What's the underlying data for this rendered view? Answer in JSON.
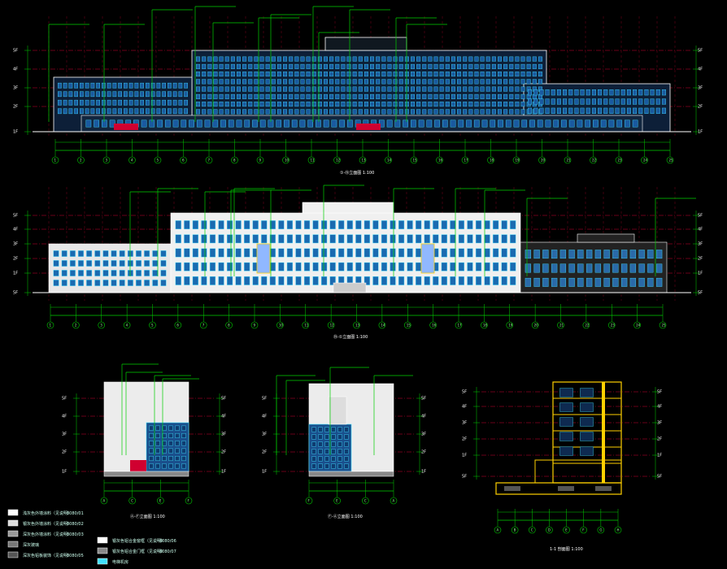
{
  "drawing": {
    "background": "#000000",
    "colors": {
      "green": "#00d000",
      "red": "#d00030",
      "white": "#ffffff",
      "cyan": "#40e0ff",
      "blue": "#2a7cff",
      "yellow": "#ffd000",
      "magenta": "#ff30ff",
      "glass": "#1a5aa0"
    },
    "views": [
      {
        "id": "south-elevation",
        "title": "①-⑲立面图  1:100"
      },
      {
        "id": "north-elevation",
        "title": "⑲-①立面图  1:100"
      },
      {
        "id": "east-elevation",
        "title": "Ⓐ-Ⓕ立面图  1:100"
      },
      {
        "id": "west-elevation",
        "title": "Ⓕ-Ⓐ立面图  1:100"
      },
      {
        "id": "section",
        "title": "1-1 剖面图  1:100"
      }
    ],
    "level_labels": [
      "5F",
      "4F",
      "3F",
      "2F",
      "1F"
    ],
    "axis_labels": [
      "1",
      "2",
      "3",
      "4",
      "5",
      "6",
      "7",
      "8",
      "9",
      "10",
      "11",
      "12",
      "13",
      "14",
      "15",
      "16",
      "17",
      "18",
      "19",
      "20",
      "21",
      "22",
      "23",
      "24",
      "25"
    ],
    "legend": [
      {
        "text": "浅灰色外墙涂料（见说明）",
        "value": "8080/01",
        "swatch": "#ffffff"
      },
      {
        "text": "银灰色外墙涂料（见说明）",
        "value": "8080/02",
        "swatch": "#dddddd"
      },
      {
        "text": "深灰色外墙涂料（见说明）",
        "value": "8080/03",
        "swatch": "#999999"
      },
      {
        "text": "深灰玻璃",
        "value": "",
        "swatch": "#777777"
      },
      {
        "text": "深灰色铝板装饰（见说明）",
        "value": "8080/05",
        "swatch": "#555555"
      },
      {
        "text": "银灰色铝合金窗框（见说明）",
        "value": "8080/06",
        "swatch": "#ffffff"
      },
      {
        "text": "银灰色铝合金门框（见说明）",
        "value": "8080/07",
        "swatch": "#888888"
      },
      {
        "text": "电梯机房",
        "value": "",
        "swatch": "#40e0ff"
      }
    ]
  }
}
